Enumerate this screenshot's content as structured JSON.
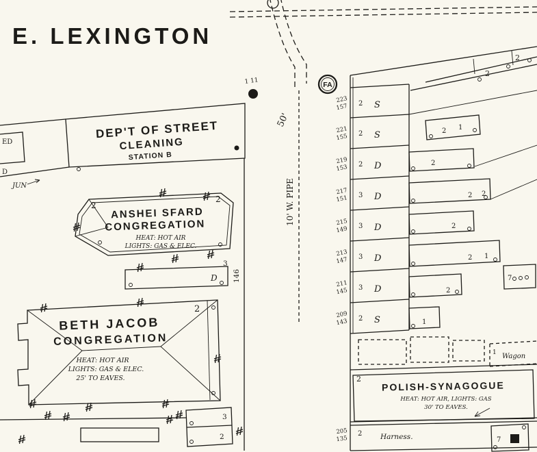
{
  "colors": {
    "ink": "#1c1b18",
    "paper": "#f9f7ee"
  },
  "streets": {
    "main": "E. LEXINGTON"
  },
  "utilities": {
    "water_pipe": "10' W. PIPE",
    "street_width": "50'",
    "fire_alarm": "FA",
    "pole_note": "1 11"
  },
  "left_block": {
    "partials": {
      "a": "ED",
      "b": "D",
      "c": "JUN"
    },
    "street_cleaning": {
      "line1": "DEP'T OF STREET",
      "line2": "CLEANING",
      "line3": "STATION B"
    },
    "anshei_sfard": {
      "line1": "ANSHEI SFARD",
      "line2": "CONGREGATION",
      "note1": "HEAT: HOT AIR",
      "note2": "LIGHTS: GAS & ELEC.",
      "stories_left": "2",
      "stories_right": "2"
    },
    "dwelling": {
      "letter": "D",
      "stories": "3"
    },
    "house_number": "146",
    "beth_jacob": {
      "line1": "BETH JACOB",
      "line2": "CONGREGATION",
      "note1": "HEAT: HOT AIR",
      "note2": "LIGHTS: GAS & ELEC.",
      "note3": "25' TO EAVES.",
      "stories": "2"
    },
    "small_building": {
      "upper": "3",
      "lower": "2"
    }
  },
  "right_block": {
    "rows": [
      {
        "old": "223",
        "new": "157",
        "stories": "2",
        "use": "S"
      },
      {
        "old": "221",
        "new": "155",
        "stories": "2",
        "use": "S"
      },
      {
        "old": "219",
        "new": "153",
        "stories": "2",
        "use": "D"
      },
      {
        "old": "217",
        "new": "151",
        "stories": "3",
        "use": "D"
      },
      {
        "old": "215",
        "new": "149",
        "stories": "3",
        "use": "D"
      },
      {
        "old": "213",
        "new": "147",
        "stories": "3",
        "use": "D"
      },
      {
        "old": "211",
        "new": "145",
        "stories": "3",
        "use": "D"
      },
      {
        "old": "209",
        "new": "143",
        "stories": "2",
        "use": "S"
      }
    ],
    "top_buildings": {
      "a": "2",
      "b": "2"
    },
    "rear": {
      "r2a": "2",
      "r2b": "1",
      "r3": "2",
      "r4a": "2",
      "r4b": "2",
      "r5": "2",
      "r6a": "2",
      "r6b": "1",
      "r6c": "7",
      "r7": "2",
      "r8": "1"
    },
    "wagon": {
      "num": "1",
      "label": "Wagon"
    },
    "polish_synagogue": {
      "name": "POLISH-SYNAGOGUE",
      "note1": "HEAT: HOT AIR, LIGHTS: GAS",
      "note2": "30' TO EAVES.",
      "stories": "2"
    },
    "harness": {
      "old": "205",
      "new": "135",
      "stories": "2",
      "label": "Harness.",
      "shed_num": "7"
    }
  }
}
